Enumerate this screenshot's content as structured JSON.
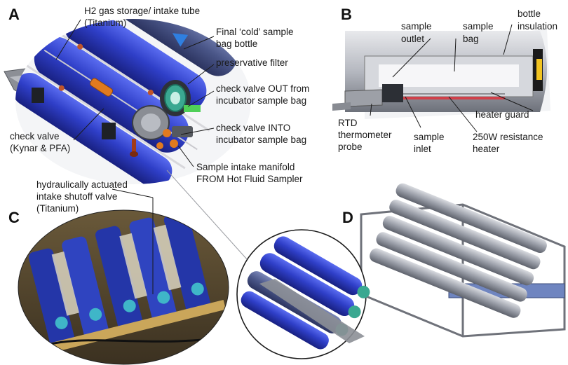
{
  "panels": {
    "a": "A",
    "b": "B",
    "c": "C",
    "d": "D"
  },
  "panel_a": {
    "h2_tube": [
      "H2 gas storage/ intake tube",
      "(Titanium)"
    ],
    "final_bottle": [
      "Final ‘cold’ sample",
      "bag bottle"
    ],
    "preservative": [
      "preservative filter"
    ],
    "check_out": [
      "check valve OUT from",
      "incubator sample bag"
    ],
    "check_kynar": [
      "check valve",
      "(Kynar & PFA)"
    ],
    "check_into": [
      "check valve INTO",
      "incubator sample bag"
    ],
    "manifold": [
      "Sample intake manifold",
      "FROM Hot Fluid Sampler"
    ],
    "shutoff": [
      "hydraulically actuated",
      "intake shutoff valve",
      "(Titanium)"
    ]
  },
  "panel_b": {
    "outlet": [
      "sample",
      "outlet"
    ],
    "bag": [
      "sample",
      "bag"
    ],
    "insulation": [
      "bottle",
      "insulation"
    ],
    "heater_guard": [
      "heater guard"
    ],
    "rtd": [
      "RTD",
      "thermometer",
      "probe"
    ],
    "inlet": [
      "sample",
      "inlet"
    ],
    "heater": [
      "250W resistance",
      "heater"
    ]
  },
  "colors": {
    "cylinder_blue": "#2f3fc8",
    "frame_gray": "#8c8f96",
    "valve_orange": "#e07a1f",
    "filter_teal": "#3aa891",
    "heater_red": "#d0404a"
  }
}
